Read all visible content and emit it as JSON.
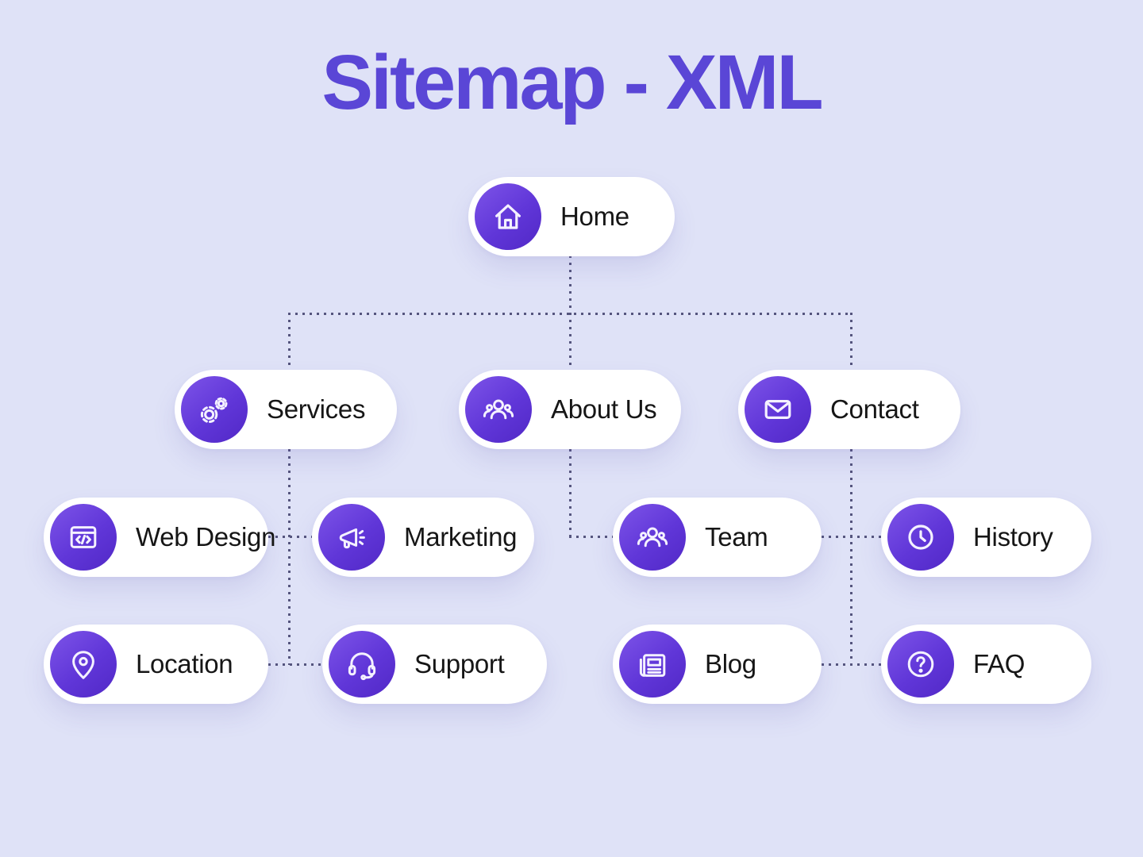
{
  "title": "Sitemap - XML",
  "colors": {
    "background": "#dfe2f7",
    "title": "#5a46d6",
    "node_background": "#ffffff",
    "icon_circle_gradient_start": "#7d54e8",
    "icon_circle_gradient_end": "#5128c6",
    "icon_stroke": "#f4f1ff",
    "connector_dots": "#55557e",
    "label_text": "#161616"
  },
  "nodes": {
    "home": {
      "label": "Home",
      "icon": "home-icon"
    },
    "services": {
      "label": "Services",
      "icon": "gears-icon"
    },
    "about_us": {
      "label": "About Us",
      "icon": "people-icon"
    },
    "contact": {
      "label": "Contact",
      "icon": "envelope-icon"
    },
    "web_design": {
      "label": "Web Design",
      "icon": "code-window-icon"
    },
    "marketing": {
      "label": "Marketing",
      "icon": "megaphone-icon"
    },
    "team": {
      "label": "Team",
      "icon": "people-icon"
    },
    "history": {
      "label": "History",
      "icon": "clock-icon"
    },
    "location": {
      "label": "Location",
      "icon": "map-pin-icon"
    },
    "support": {
      "label": "Support",
      "icon": "headset-icon"
    },
    "blog": {
      "label": "Blog",
      "icon": "newspaper-icon"
    },
    "faq": {
      "label": "FAQ",
      "icon": "question-icon"
    }
  },
  "edges": [
    {
      "from": "home",
      "to": "services"
    },
    {
      "from": "home",
      "to": "about_us"
    },
    {
      "from": "home",
      "to": "contact"
    },
    {
      "from": "services",
      "to": "web_design"
    },
    {
      "from": "services",
      "to": "marketing"
    },
    {
      "from": "services",
      "to": "location"
    },
    {
      "from": "services",
      "to": "support"
    },
    {
      "from": "about_us",
      "to": "team"
    },
    {
      "from": "contact",
      "to": "team"
    },
    {
      "from": "contact",
      "to": "history"
    },
    {
      "from": "contact",
      "to": "blog"
    },
    {
      "from": "contact",
      "to": "faq"
    }
  ],
  "line_style": "dotted"
}
